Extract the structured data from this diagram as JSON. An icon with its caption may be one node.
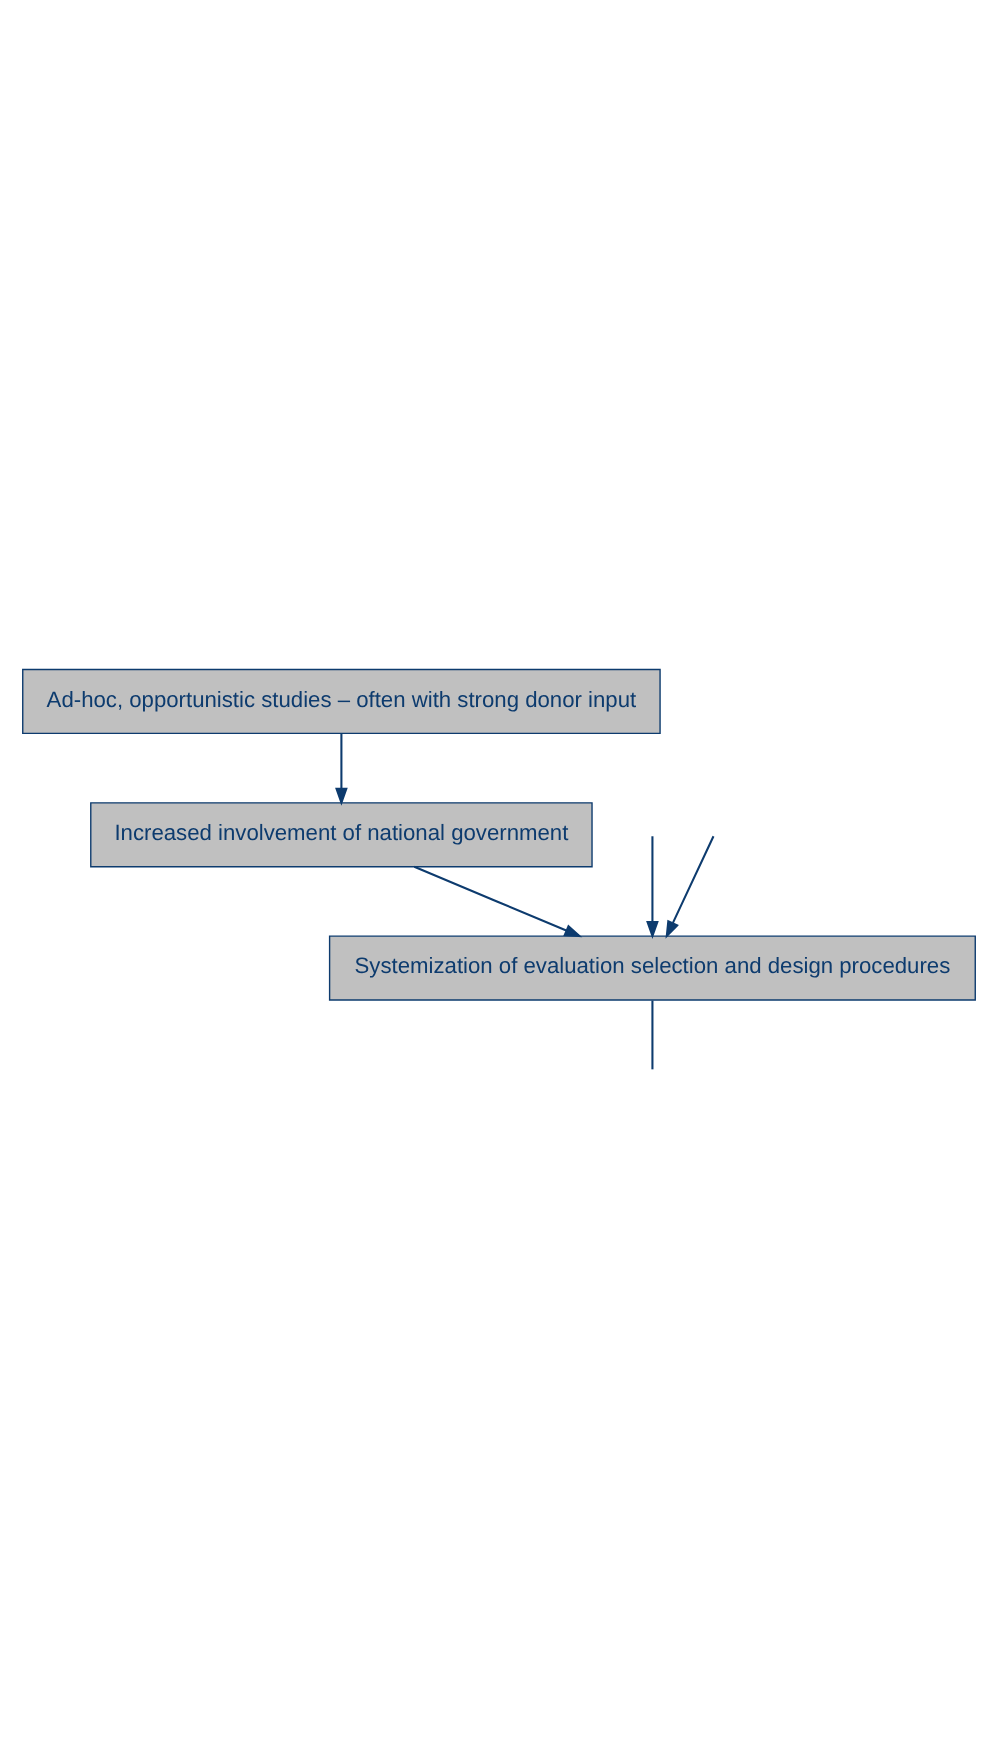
{
  "diagram": {
    "nodes": [
      {
        "text": [
          "Ad-hoc, opportunistic studies – often with strong donor input"
        ]
      },
      {
        "text": [
          "Increased involvement of national government"
        ]
      },
      {
        "text": [
          "Systemization of evaluation selection and design procedures"
        ]
      }
    ],
    "edges": [
      {
        "from": 0,
        "to": 1,
        "arrow": "to"
      },
      {
        "from": 1,
        "to": 2,
        "arrow": "to"
      },
      {
        "from": null,
        "to": 2,
        "arrow": "to"
      },
      {
        "from": null,
        "to": 2,
        "arrow": "to"
      },
      {
        "from": 2,
        "to": null,
        "arrow": "none"
      }
    ]
  }
}
